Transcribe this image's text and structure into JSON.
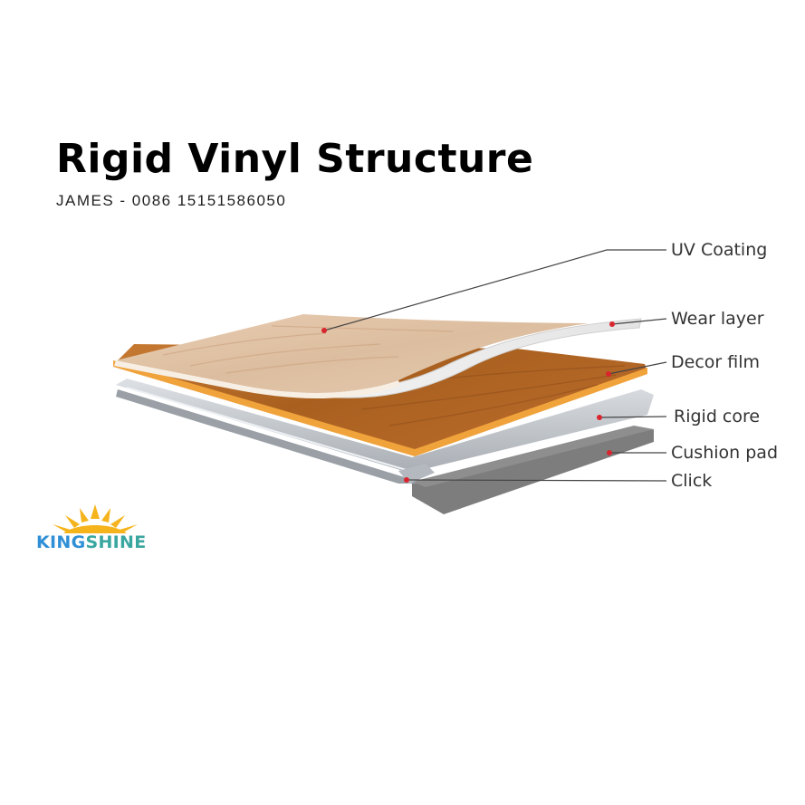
{
  "title": "Rigid Vinyl Structure",
  "subtitle": "JAMES - 0086 15151586050",
  "layers": [
    {
      "id": "uv-coating",
      "label": "UV Coating"
    },
    {
      "id": "wear-layer",
      "label": "Wear layer"
    },
    {
      "id": "decor-film",
      "label": "Decor film"
    },
    {
      "id": "rigid-core",
      "label": "Rigid core"
    },
    {
      "id": "cushion-pad",
      "label": "Cushion pad"
    },
    {
      "id": "click",
      "label": "Click"
    }
  ],
  "brand": {
    "part1": "KING",
    "part2": "SHINE"
  },
  "colors": {
    "decor_film": "#b86a2a",
    "orange_edge": "#f0a23b",
    "wood_top": "#e2c4a6",
    "rigid_core": "#c7ccd2",
    "cushion_pad": "#7d7d7d",
    "marker": "#d9252e",
    "leader_line": "#444444",
    "logo_sun": "#f5b41c"
  }
}
